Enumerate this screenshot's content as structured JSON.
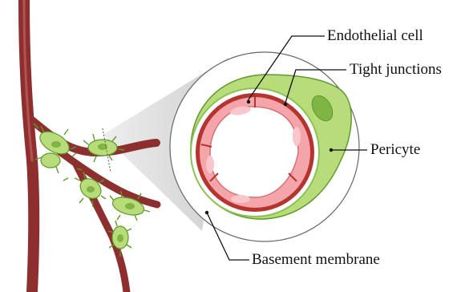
{
  "labels": {
    "endothelial_cell": "Endothelial cell",
    "tight_junctions": "Tight junctions",
    "pericyte": "Pericyte",
    "basement_membrane": "Basement membrane"
  },
  "colors": {
    "vessel": "#8e2f2f",
    "vessel_light": "#c96b6b",
    "pericyte_green": "#b8dc7a",
    "pericyte_dark": "#5e9a2c",
    "endothelial_pink": "#f3a5aa",
    "endothelial_light": "#f9c7cb",
    "membrane_red": "#b5342f",
    "magnifier_gray": "#d6d6d6"
  }
}
